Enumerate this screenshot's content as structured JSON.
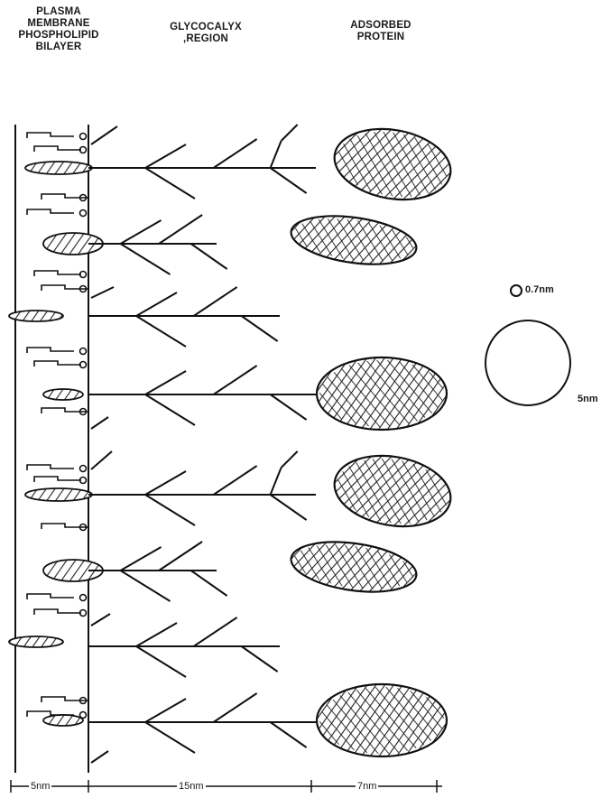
{
  "headers": {
    "plasma_membrane": [
      "PLASMA",
      "MEMBRANE",
      "PHOSPHOLIPID",
      "BILAYER"
    ],
    "glycocalyx": [
      "GLYCOCALYX",
      ",REGION"
    ],
    "adsorbed_protein": [
      "ADSORBED",
      "PROTEIN"
    ]
  },
  "size_legend": {
    "small_circle_label": "0.7nm",
    "large_circle_label": "5nm"
  },
  "scale_bar": {
    "membrane": "5nm",
    "glycocalyx": "15nm",
    "protein": "7nm"
  }
}
